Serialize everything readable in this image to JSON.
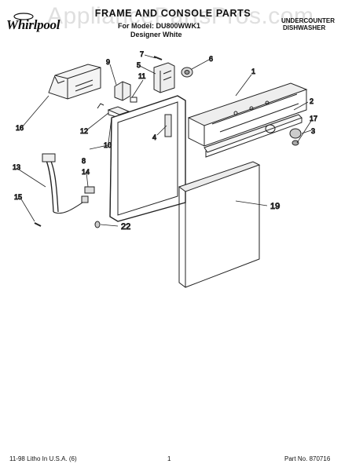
{
  "header": {
    "brand": "Whirlpool",
    "title": "FRAME AND CONSOLE PARTS",
    "for_model": "For Model: DU800WWK1",
    "designer": "Designer White",
    "type_line1": "UNDERCOUNTER",
    "type_line2": "DISHWASHER"
  },
  "watermark": "AppliancePartsPros.com",
  "callouts": {
    "c1": "1",
    "c2": "2",
    "c3": "3",
    "c4": "4",
    "c5": "5",
    "c6": "6",
    "c7": "7",
    "c8": "8",
    "c9": "9",
    "c10": "10",
    "c11": "11",
    "c12": "12",
    "c13": "13",
    "c14": "14",
    "c15": "15",
    "c16": "16",
    "c17": "17",
    "c19": "19",
    "c22": "22"
  },
  "footer": {
    "litho": "11-98 Litho In U.S.A. (6)",
    "page": "1",
    "part_no": "Part No. 870716"
  }
}
